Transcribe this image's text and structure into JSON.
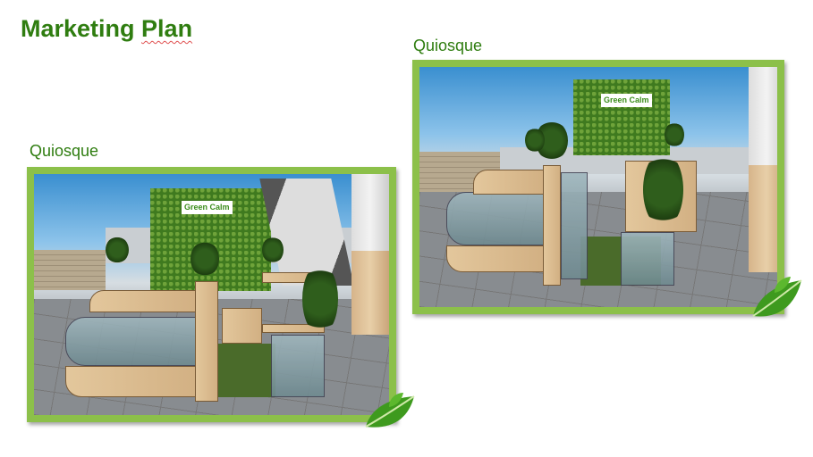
{
  "title": {
    "word1": "Marketing",
    "word2": "Plan"
  },
  "left_panel": {
    "caption": "Quiosque",
    "logo_text": "Green Calm"
  },
  "right_panel": {
    "caption": "Quiosque",
    "logo_text": "Green Calm"
  },
  "colors": {
    "title": "#2f7d10",
    "frame": "#8cc04a"
  }
}
